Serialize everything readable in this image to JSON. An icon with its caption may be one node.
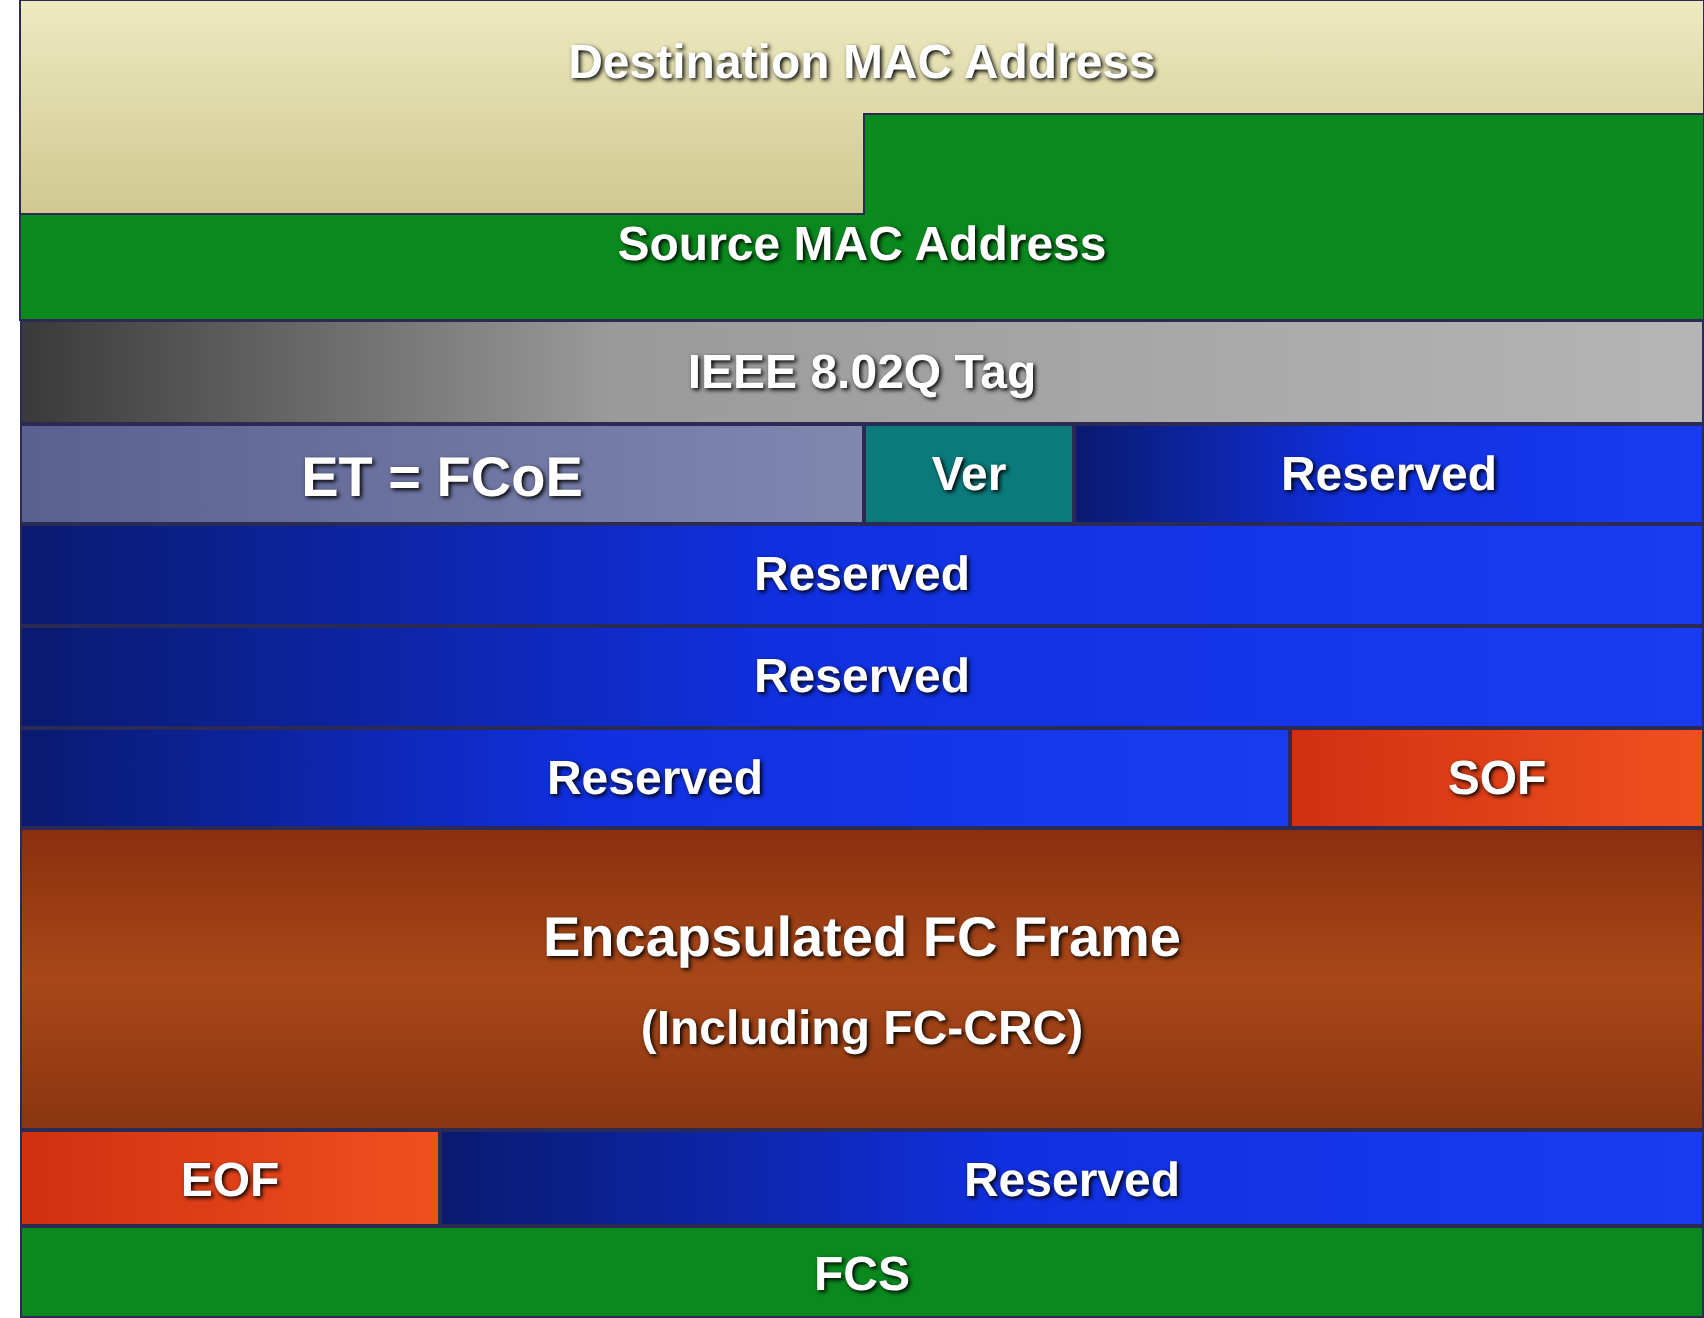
{
  "diagram": {
    "nodes": [
      {
        "text": [
          "Destination MAC Address"
        ]
      },
      {
        "text": [
          "Source MAC Address"
        ]
      },
      {
        "text": [
          "IEEE 8.02Q Tag"
        ]
      },
      {
        "text": [
          "ET = FCoE"
        ]
      },
      {
        "text": [
          "Ver"
        ]
      },
      {
        "text": [
          "Reserved"
        ]
      },
      {
        "text": [
          "Reserved"
        ]
      },
      {
        "text": [
          "Reserved"
        ]
      },
      {
        "text": [
          "Reserved"
        ]
      },
      {
        "text": [
          "SOF"
        ]
      },
      {
        "text": [
          "Encapsulated FC Frame",
          "(Including FC-CRC)"
        ]
      },
      {
        "text": [
          "EOF"
        ]
      },
      {
        "text": [
          "Reserved"
        ]
      },
      {
        "text": [
          "FCS"
        ]
      }
    ]
  }
}
